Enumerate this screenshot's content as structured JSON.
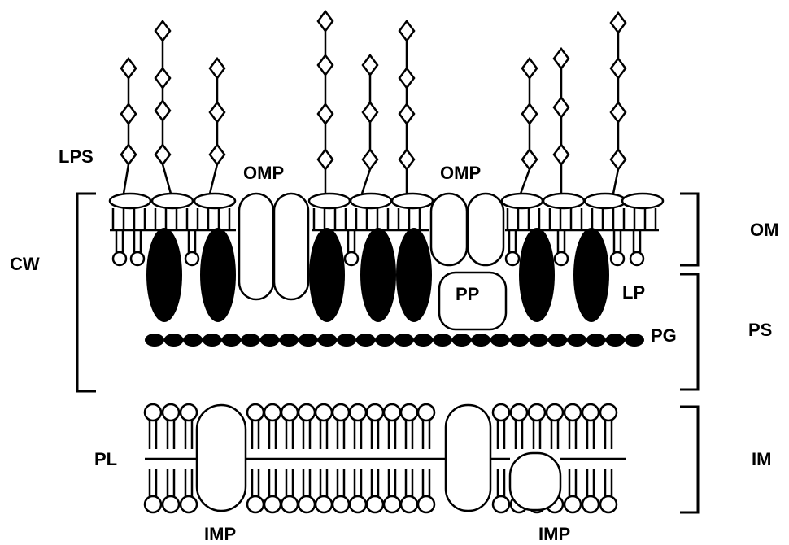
{
  "labels": {
    "lps": "LPS",
    "omp_left": "OMP",
    "omp_right": "OMP",
    "cw": "CW",
    "om": "OM",
    "pp": "PP",
    "lp": "LP",
    "pg": "PG",
    "ps": "PS",
    "pl": "PL",
    "im": "IM",
    "imp_left": "IMP",
    "imp_right": "IMP"
  },
  "colors": {
    "ink": "#000000",
    "background": "#ffffff"
  }
}
